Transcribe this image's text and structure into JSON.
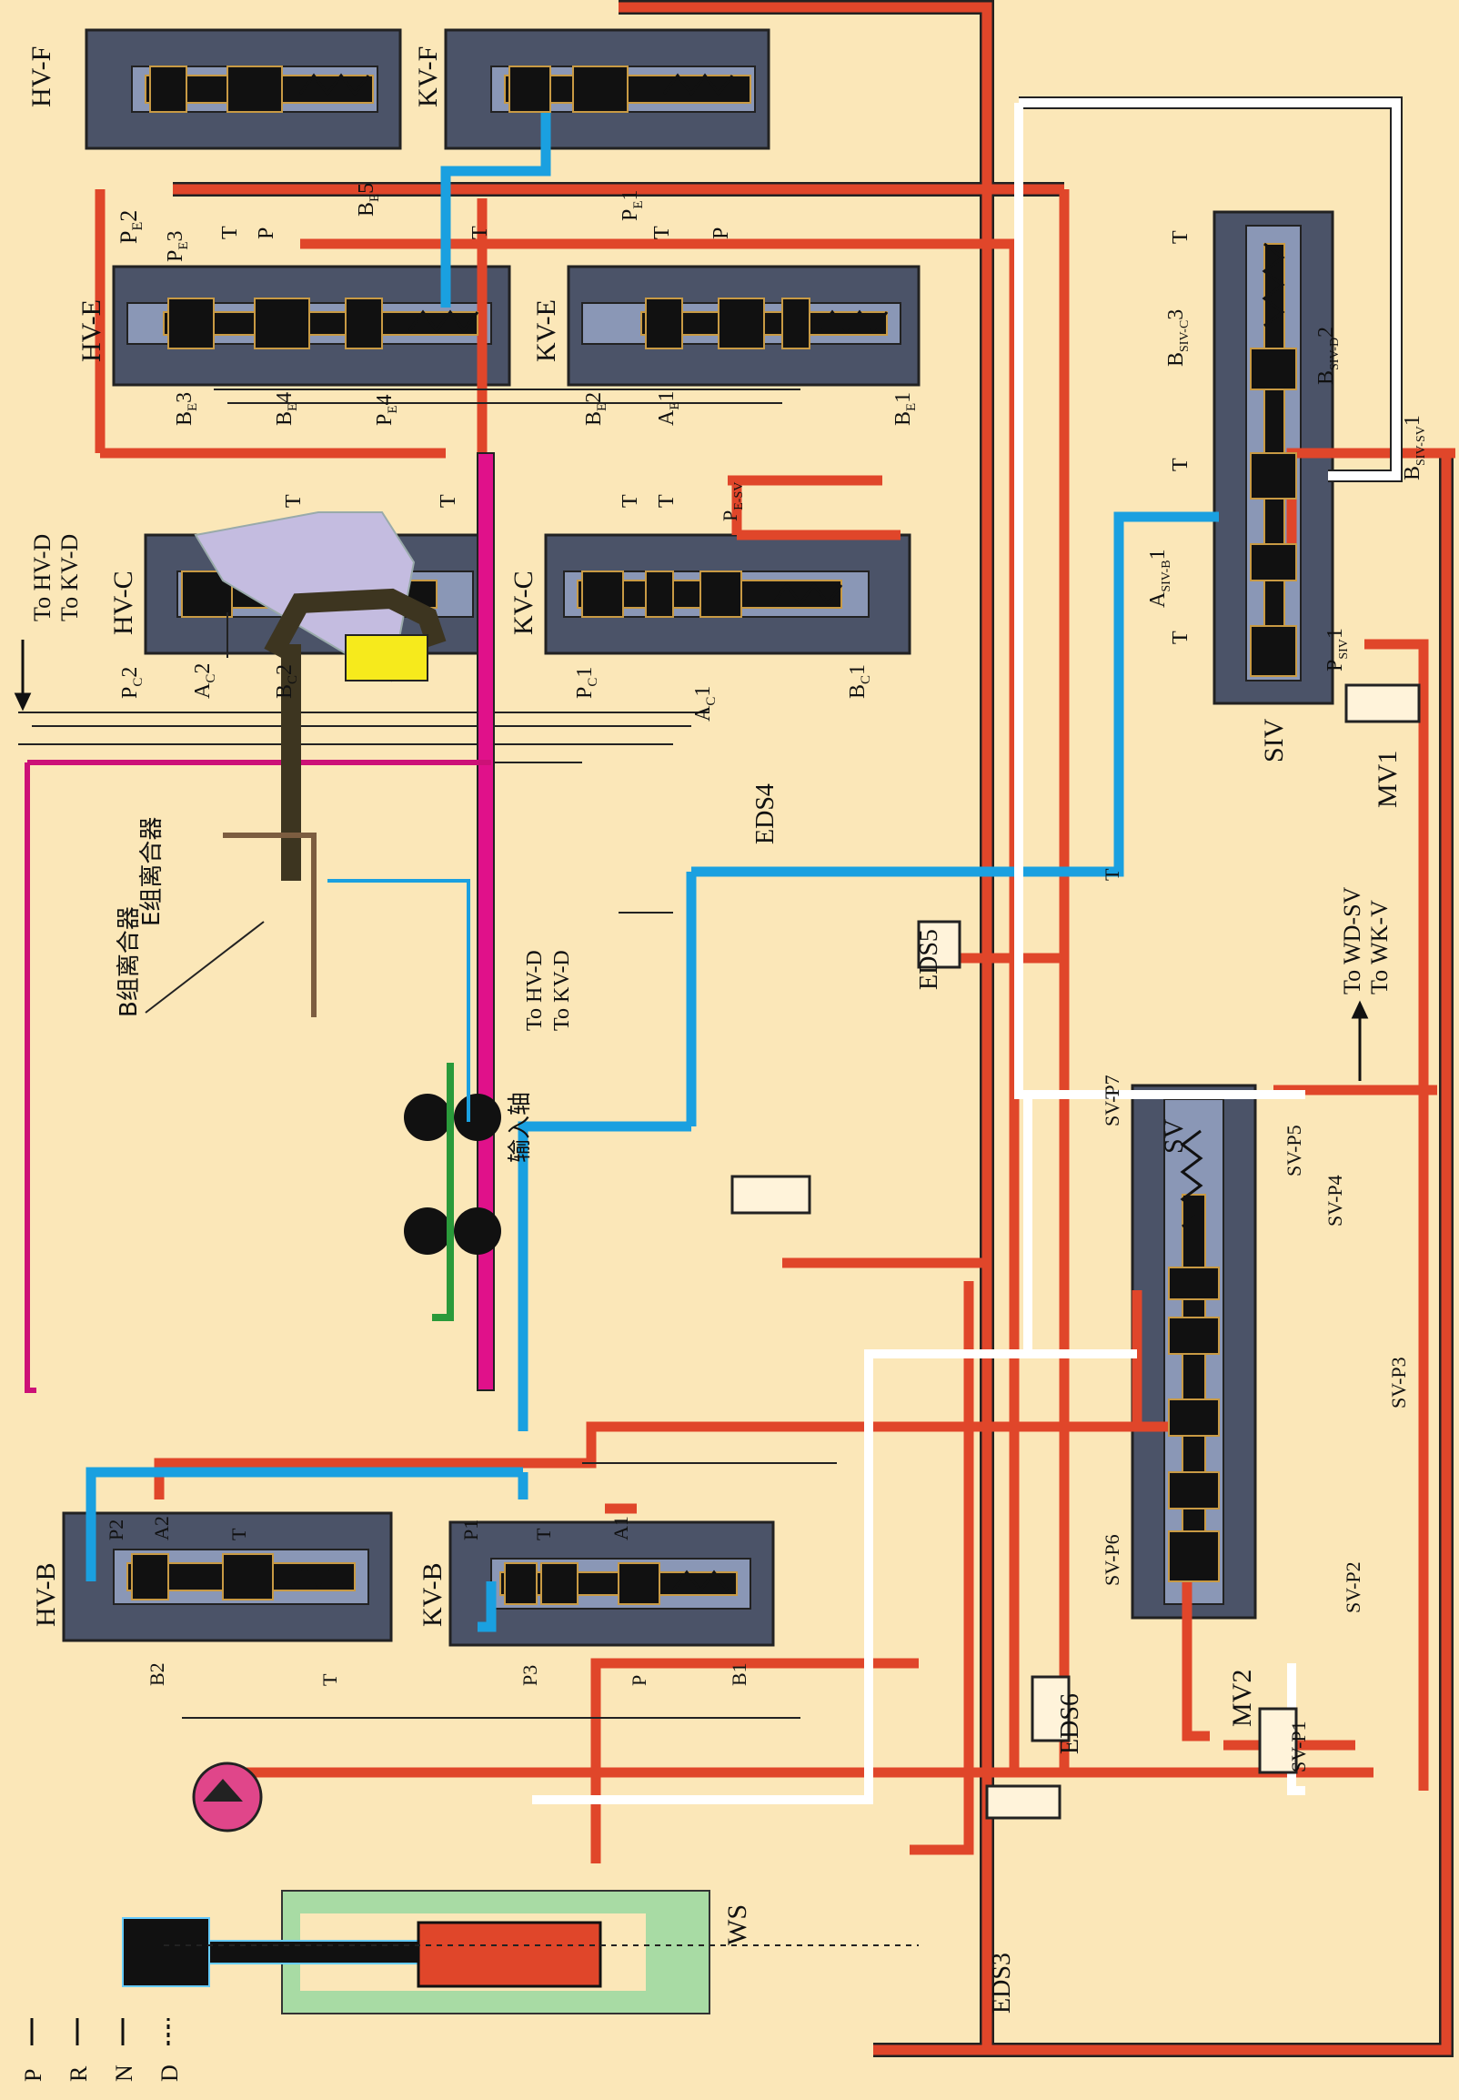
{
  "colors": {
    "background": "#fbe7b8",
    "pressure_line": "#e0462a",
    "control_line": "#1aa0e0",
    "exhaust_line": "#ffffff",
    "valve_body": "#4b5368",
    "valve_bore": "#8a97b6",
    "spool": "#111111",
    "selector_housing": "#a8dba4",
    "input_shaft": "#e0118a",
    "pump": "#e0468a"
  },
  "valves": {
    "hv_f": "HV-F",
    "kv_f": "KV-F",
    "hv_e": "HV-E",
    "kv_e": "KV-E",
    "hv_c": "HV-C",
    "kv_c": "KV-C",
    "hv_b": "HV-B",
    "kv_b": "KV-B",
    "siv": "SIV",
    "sv": "SV",
    "ws": "WS",
    "mv1": "MV1",
    "mv2": "MV2",
    "eds3": "EDS3",
    "eds4": "EDS4",
    "eds5": "EDS5",
    "eds6": "EDS6"
  },
  "ports": {
    "t": "T",
    "p": "P",
    "pe2": "P",
    "pe2_sub": "E",
    "pe2_n": "2",
    "pe3": "P",
    "pe3_sub": "E",
    "pe3_n": "3",
    "be5": "B",
    "be5_sub": "E",
    "be5_n": "5",
    "pe1": "P",
    "pe1_sub": "E",
    "pe1_n": "1",
    "be3": "B",
    "be3_sub": "E",
    "be3_n": "3",
    "be4": "B",
    "be4_sub": "E",
    "be4_n": "4",
    "pe4": "P",
    "pe4_sub": "E",
    "pe4_n": "4",
    "be2": "B",
    "be2_sub": "E",
    "be2_n": "2",
    "ae1": "A",
    "ae1_sub": "E",
    "ae1_n": "1",
    "be1": "B",
    "be1_sub": "E",
    "be1_n": "1",
    "pesv": "P",
    "pesv_sub": "E-SV",
    "pc2": "P",
    "pc2_sub": "C",
    "pc2_n": "2",
    "ac2": "A",
    "ac2_sub": "C",
    "ac2_n": "2",
    "bc2": "B",
    "bc2_sub": "C",
    "bc2_n": "2",
    "pc1": "P",
    "pc1_sub": "C",
    "pc1_n": "1",
    "ac1": "A",
    "ac1_sub": "C",
    "ac1_n": "1",
    "bc1": "B",
    "bc1_sub": "C",
    "bc1_n": "1",
    "bsivc3": "B",
    "bsivc3_sub": "SIV-C",
    "bsivc3_n": "3",
    "bsivd2": "B",
    "bsivd2_sub": "SIV-D",
    "bsivd2_n": "2",
    "bsivsv1": "B",
    "bsivsv1_sub": "SIV-SV",
    "bsivsv1_n": "1",
    "asivb1": "A",
    "asivb1_sub": "SIV-B",
    "asivb1_n": "1",
    "psiv1": "P",
    "psiv1_sub": "SIV",
    "psiv1_n": "1",
    "p2": "P2",
    "a2": "A2",
    "p1": "P1",
    "a1": "A1",
    "b2": "B2",
    "p3": "P3",
    "b1": "B1",
    "sv_p1": "SV-P1",
    "sv_p2": "SV-P2",
    "sv_p3": "SV-P3",
    "sv_p4": "SV-P4",
    "sv_p5": "SV-P5",
    "sv_p6": "SV-P6",
    "sv_p7": "SV-P7"
  },
  "annotations": {
    "to_hvd": "To HV-D",
    "to_kvd": "To KV-D",
    "to_wdsv": "To WD-SV",
    "to_wkv": "To WK-V",
    "b_clutch": "B组离合器",
    "e_clutch": "E组离合器",
    "input_shaft": "输入轴"
  },
  "gear_positions": [
    "P",
    "R",
    "N",
    "D"
  ]
}
